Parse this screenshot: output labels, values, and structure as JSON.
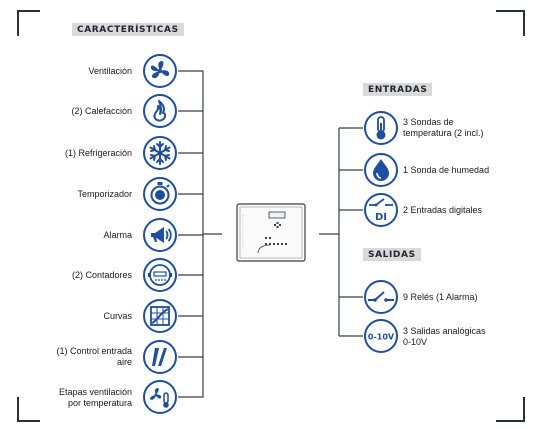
{
  "headers": {
    "caracteristicas": "CARACTERÍSTICAS",
    "entradas": "ENTRADAS",
    "salidas": "SALIDAS"
  },
  "caracteristicas": [
    {
      "label": "Ventilación",
      "icon": "fan-icon"
    },
    {
      "label": "(2) Calefacción",
      "icon": "heating-flame-icon"
    },
    {
      "label": "(1) Refrigeración",
      "icon": "snowflake-icon"
    },
    {
      "label": "Temporizador",
      "icon": "stopwatch-icon"
    },
    {
      "label": "Alarma",
      "icon": "megaphone-icon"
    },
    {
      "label": "(2) Contadores",
      "icon": "meter-icon"
    },
    {
      "label": "Curvas",
      "icon": "curve-chart-icon"
    },
    {
      "label": "(1) Control entrada\naire",
      "icon": "air-inlet-icon"
    },
    {
      "label": "Etapas ventilación\npor temperatura",
      "icon": "fan-thermometer-icon"
    }
  ],
  "entradas": [
    {
      "label": "3 Sondas de\ntemperatura (2 incl.)",
      "icon": "thermometer-icon"
    },
    {
      "label": "1 Sonda de humedad",
      "icon": "humidity-drop-icon"
    },
    {
      "label": "2 Entradas digitales",
      "icon": "digital-input-switch-icon",
      "icon_text": "DI"
    }
  ],
  "salidas": [
    {
      "label": "9 Relés (1 Alarma)",
      "icon": "relay-switch-icon"
    },
    {
      "label": "3 Salidas analógicas\n0-10V",
      "icon": "analog-output-icon",
      "icon_text": "0-10V"
    }
  ],
  "colors": {
    "accent": "#1f4e9c",
    "line": "#3a3f48",
    "header_bg": "#d9d9d9"
  }
}
